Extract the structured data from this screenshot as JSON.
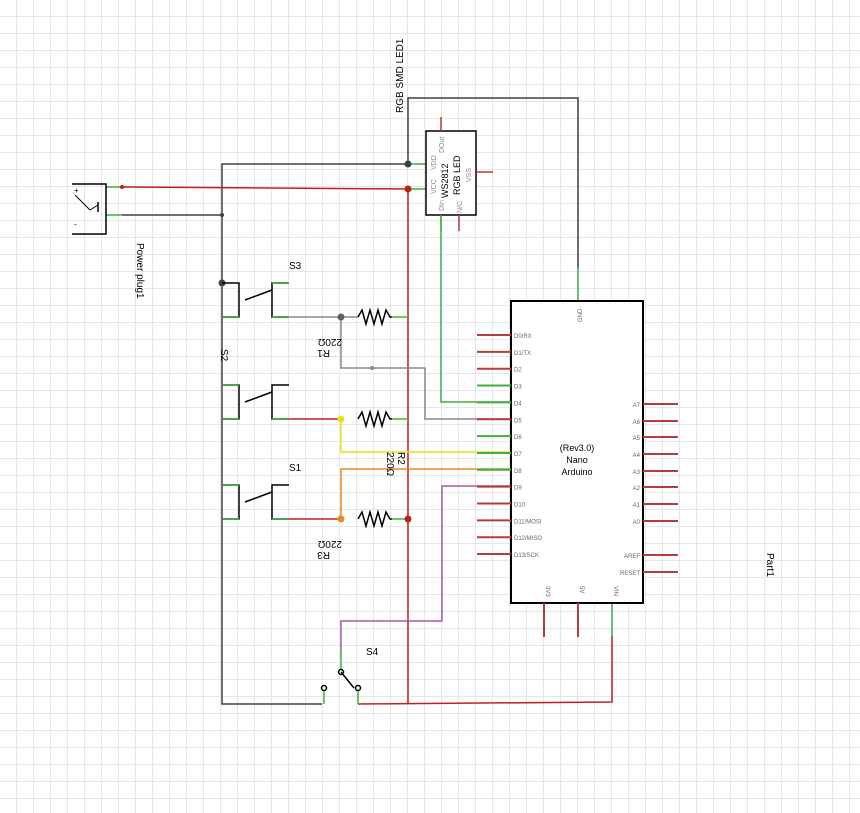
{
  "labels": {
    "led_name": "RGB SMD LED1",
    "led_model": "WS2812",
    "led_type": "RGB LED",
    "led_vdd": "VDD",
    "led_dout": "DOut",
    "led_vcc": "VCC",
    "led_din": "DIn",
    "led_nc": "N/C",
    "led_vss": "VSS",
    "power_plug": "Power plug1",
    "s1": "S1",
    "s2": "S2",
    "s3": "S3",
    "s4": "S4",
    "r1_name": "R1",
    "r1_value": "220Ω",
    "r2_name": "R2",
    "r2_value": "220Ω",
    "r3_name": "R3",
    "r3_value": "220Ω",
    "arduino_line1": "(Rev3.0)",
    "arduino_line2": "Nano",
    "arduino_line3": "Arduino",
    "part": "Part1",
    "plus": "+",
    "minus": "-"
  },
  "arduino_left_pins": [
    "D0/RX",
    "D1/TX",
    "D2",
    "D3",
    "D4",
    "D5",
    "D6",
    "D7",
    "D8",
    "D9",
    "D10",
    "D11/MOSI",
    "D12/MISO",
    "D13/SCK"
  ],
  "arduino_right_pins": [
    "A7",
    "A6",
    "A5",
    "A4",
    "A3",
    "A2",
    "A1",
    "A0",
    "AREF",
    "RESET"
  ],
  "arduino_top_pins": [
    "GND"
  ],
  "arduino_bottom_pins": [
    "3V3",
    "5V",
    "VIN"
  ],
  "colors": {
    "wire_gray": "#404040",
    "wire_red": "#c0201b",
    "wire_green": "#3fb13f",
    "wire_yellow": "#e8e020",
    "wire_orange": "#e88a1e",
    "wire_purple": "#a05aa8",
    "wire_lightgray": "#8a8a8a",
    "pin_red": "#b83a3a"
  }
}
